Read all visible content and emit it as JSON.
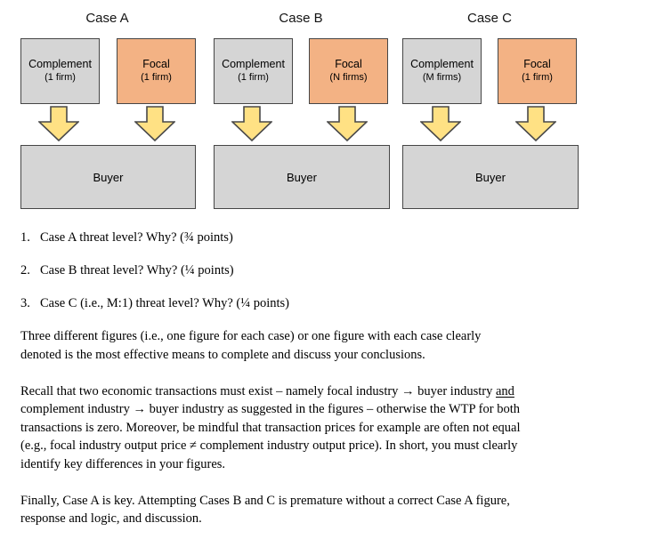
{
  "diagram": {
    "colors": {
      "complement_fill": "#d5d5d5",
      "focal_fill": "#f3b284",
      "arrow_fill": "#ffe184",
      "box_border": "#464646"
    },
    "cases": [
      {
        "title": "Case A",
        "boxes": [
          {
            "name": "Complement",
            "detail": "(1 firm)"
          },
          {
            "name": "Focal",
            "detail": "(1 firm)"
          }
        ],
        "buyer": "Buyer"
      },
      {
        "title": "Case B",
        "boxes": [
          {
            "name": "Complement",
            "detail": "(1 firm)"
          },
          {
            "name": "Focal",
            "detail": "(N firms)"
          }
        ],
        "buyer": "Buyer"
      },
      {
        "title": "Case C",
        "boxes": [
          {
            "name": "Complement",
            "detail": "(M firms)"
          },
          {
            "name": "Focal",
            "detail": "(1 firm)"
          }
        ],
        "buyer": "Buyer"
      }
    ]
  },
  "questions": [
    {
      "number": "1.",
      "text": "Case A threat level? Why? (¾ points)"
    },
    {
      "number": "2.",
      "text": "Case B threat level? Why? (¼ points)"
    },
    {
      "number": "3.",
      "text": "Case C (i.e., M:1) threat level? Why? (¼ points)"
    }
  ],
  "paragraphs": {
    "figures_note": "Three different figures (i.e., one figure for each case) or one figure with each case clearly\ndenoted is the most effective means to complete and discuss your conclusions.",
    "recall_part1": "Recall that two economic transactions must exist – namely focal industry → buyer industry ",
    "recall_underlined": "and",
    "recall_part2": "\ncomplement industry → buyer industry as suggested in the figures – otherwise the WTP for both\ntransactions is zero. Moreover, be mindful that transaction prices for example are often not equal\n(e.g., focal industry output price ≠ complement industry output price). In short, you must clearly\nidentify key differences in your figures.",
    "finally_note": "Finally, Case A is key. Attempting Cases B and C is premature without a correct Case A figure,\nresponse and logic, and discussion."
  }
}
